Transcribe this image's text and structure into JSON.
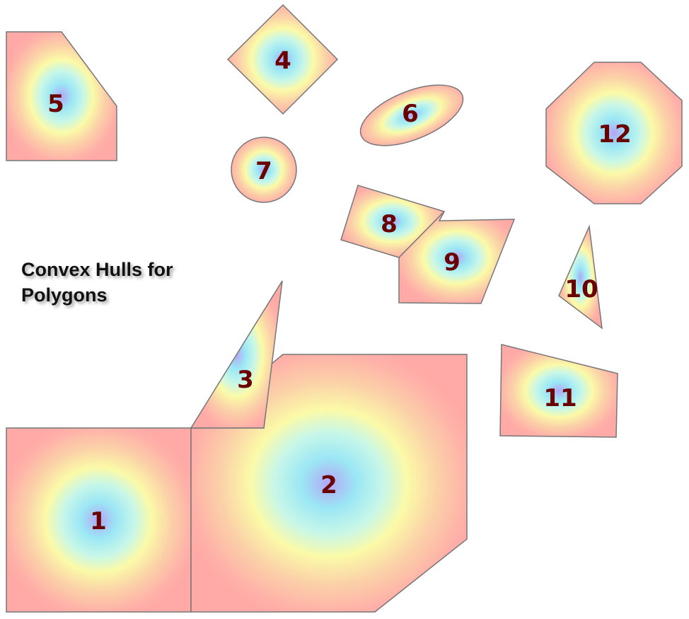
{
  "title": {
    "line1": "Convex Hulls for",
    "line2": "Polygons"
  },
  "colors": {
    "outline": "#777777",
    "label": "#6b0000",
    "gradient_center": "#b3a6f5",
    "gradient_stops": [
      "#b3a6f5",
      "#9be7f5",
      "#a9f5f0",
      "#fbfaa8",
      "#fbd9a8",
      "#ffb0a8"
    ]
  },
  "polygons": [
    {
      "id": "1",
      "label": "1",
      "shape": "square"
    },
    {
      "id": "2",
      "label": "2",
      "shape": "clipped-rectangle"
    },
    {
      "id": "3",
      "label": "3",
      "shape": "triangle"
    },
    {
      "id": "4",
      "label": "4",
      "shape": "diamond"
    },
    {
      "id": "5",
      "label": "5",
      "shape": "clipped-rectangle"
    },
    {
      "id": "6",
      "label": "6",
      "shape": "ellipse"
    },
    {
      "id": "7",
      "label": "7",
      "shape": "circle"
    },
    {
      "id": "8",
      "label": "8",
      "shape": "quadrilateral"
    },
    {
      "id": "9",
      "label": "9",
      "shape": "quadrilateral"
    },
    {
      "id": "10",
      "label": "10",
      "shape": "triangle"
    },
    {
      "id": "11",
      "label": "11",
      "shape": "quadrilateral"
    },
    {
      "id": "12",
      "label": "12",
      "shape": "octagon"
    }
  ]
}
